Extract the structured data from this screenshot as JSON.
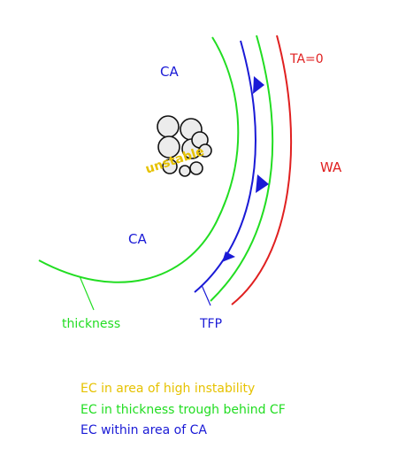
{
  "labels": {
    "ca_top": "CA",
    "ca_bottom": "CA",
    "ta_zero": "TA=0",
    "wa": "WA",
    "thickness": "thickness",
    "tfp": "TFP",
    "unstable": "unstable"
  },
  "legend": [
    {
      "text": "EC in area of high instability",
      "color": "#e6c200"
    },
    {
      "text": "EC in thickness trough behind CF",
      "color": "#22dd22"
    },
    {
      "text": "EC within area of CA",
      "color": "#1a1ad6"
    }
  ],
  "colors": {
    "green": "#22dd22",
    "blue": "#1a1ad6",
    "red": "#e02020",
    "yellow": "#e6c200",
    "black": "#000000"
  },
  "icons": {
    "front_triangles": "cold-front-triangle-icon",
    "cloud_cluster": "convective-cloud-cluster-icon"
  }
}
